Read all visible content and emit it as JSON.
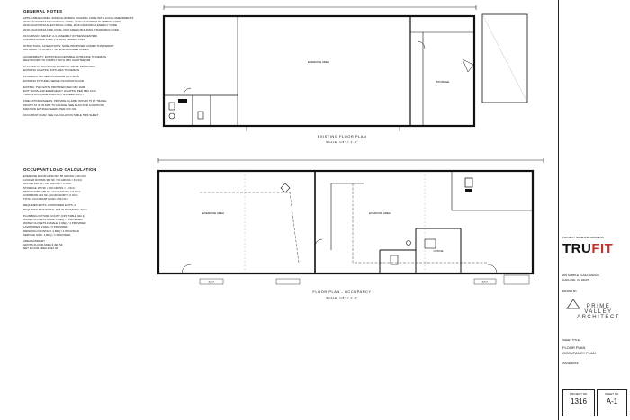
{
  "drawing": {
    "title_block": {
      "project_name_label": "PROJECT NAME AND ADDRESS",
      "logo_left": "TRU",
      "logo_right": "FIT",
      "address_line_1": "209 SAMPLE PLAZA AVENUE",
      "address_line_2": "OAKLAND, CA 94607",
      "drawn_by": "DRAWN BY",
      "architect_line_1": "PRIME VALLEY",
      "architect_line_2": "ARCHITECT",
      "sheet_title_label": "SHEET TITLE",
      "sheet_title_1": "FLOOR PLAN",
      "sheet_title_2": "OCCUPANCY PLAN",
      "date_label": "ISSUE DATE",
      "project_label": "PROJECT NO.",
      "project_no": "1316",
      "sheet_label": "SHEET NO.",
      "sheet_no": "A-1"
    },
    "general_notes": {
      "heading": "GENERAL NOTES",
      "lines": [
        "APPLICABLE CODES: 2019 CALIFORNIA BUILDING CODE WITH LOCAL AMENDMENTS",
        "2019 CALIFORNIA MECHANICAL CODE, 2019 CALIFORNIA PLUMBING CODE",
        "2019 CALIFORNIA ELECTRICAL CODE, 2019 CALIFORNIA ENERGY CODE",
        "2019 CALIFORNIA FIRE CODE, 2019 GREEN BUILDING STANDARDS CODE",
        "",
        "OCCUPANCY GROUP: A-3 ASSEMBLY (FITNESS CENTER)",
        "CONSTRUCTION TYPE: V-B NON-SPRINKLERED",
        "",
        "STRUCTURAL ALTERATIONS: NONE PROPOSED UNDER THIS PERMIT",
        "ALL WORK TO COMPLY WITH APPLICABLE CODES",
        "",
        "ACCESSIBILITY: EXISTING ACCESSIBLE ENTRANCE TO REMAIN",
        "RESTROOMS TO COMPLY WITH CBC CHAPTER 11B",
        "",
        "ELECTRICAL: NO NEW ELECTRICAL WORK PROPOSED",
        "EXISTING LIGHTING FIXTURES TO REMAIN",
        "",
        "PLUMBING: NO NEW PLUMBING FIXTURES",
        "EXISTING FIXTURES SERVE OCCUPANT LOAD",
        "",
        "EXITING: TWO EXITS PROVIDED PER CBC 1006",
        "EXIT SIGNS AND EMERGENCY LIGHTING PER CBC 1013",
        "TRAVEL DISTANCE DOES NOT EXCEED 200 FT",
        "",
        "FIRE EXTINGUISHERS: PROVIDE 2A-10BC WITHIN 75 FT TRAVEL",
        "MOUNT AT 48 IN MAX TO HANDLE, SEE PLAN FOR LOCATIONS",
        "MAINTAIN EXTINGUISHERS PER CFC 906",
        "",
        "OCCUPANT LOAD: SEE CALCULATION TABLE THIS SHEET"
      ]
    },
    "occupancy_table": {
      "heading": "OCCUPANT LOAD CALCULATION",
      "lines": [
        "EXERCISE ROOM   2,450 SF  /  50 GROSS   =  49 OCC",
        "LOCKER ROOMS      380 SF  /  50 GROSS   =   8 OCC",
        "OFFICE             120 SF  / 150 GROSS   =   1 OCC",
        "STORAGE            150 SF  / 300 GROSS   =   1 OCC",
        "RESTROOMS          180 SF  / ACCESSORY   =   0 OCC",
        "CORRIDOR           210 SF  / ACCESSORY   =   0 OCC",
        "TOTAL OCCUPANT LOAD                    =  59 OCC",
        "",
        "REQUIRED EXITS: 2     PROVIDED EXITS: 2",
        "REQUIRED EXIT WIDTH: 11.8 IN   PROVIDED: 72 IN",
        "",
        "PLUMBING FIXTURE COUNT (CPC TABLE 422.1)",
        "WATER CLOSETS MALE: 1 REQ / 1 PROVIDED",
        "WATER CLOSETS FEMALE: 1 REQ / 1 PROVIDED",
        "LAVATORIES: 2 REQ / 2 PROVIDED",
        "DRINKING FOUNTAIN: 1 REQ / 1 PROVIDED",
        "SERVICE SINK: 1 REQ / 1 PROVIDED",
        "",
        "AREA SUMMARY",
        "GROSS FLOOR AREA      3,490 SF",
        "NET FLOOR AREA        3,310 SF"
      ]
    },
    "plan_top": {
      "title": "EXISTING FLOOR PLAN",
      "scale": "SCALE: 1/8\" = 1'-0\"",
      "room_main": "EXERCISE AREA",
      "room_small": "STORAGE"
    },
    "plan_bottom": {
      "title": "FLOOR PLAN - OCCUPANCY",
      "scale": "SCALE: 1/8\" = 1'-0\"",
      "room_left": "EXERCISE AREA",
      "room_right": "EXERCISE AREA",
      "room_office": "OFFICE",
      "exit_1": "EXIT",
      "exit_2": "EXIT"
    }
  }
}
